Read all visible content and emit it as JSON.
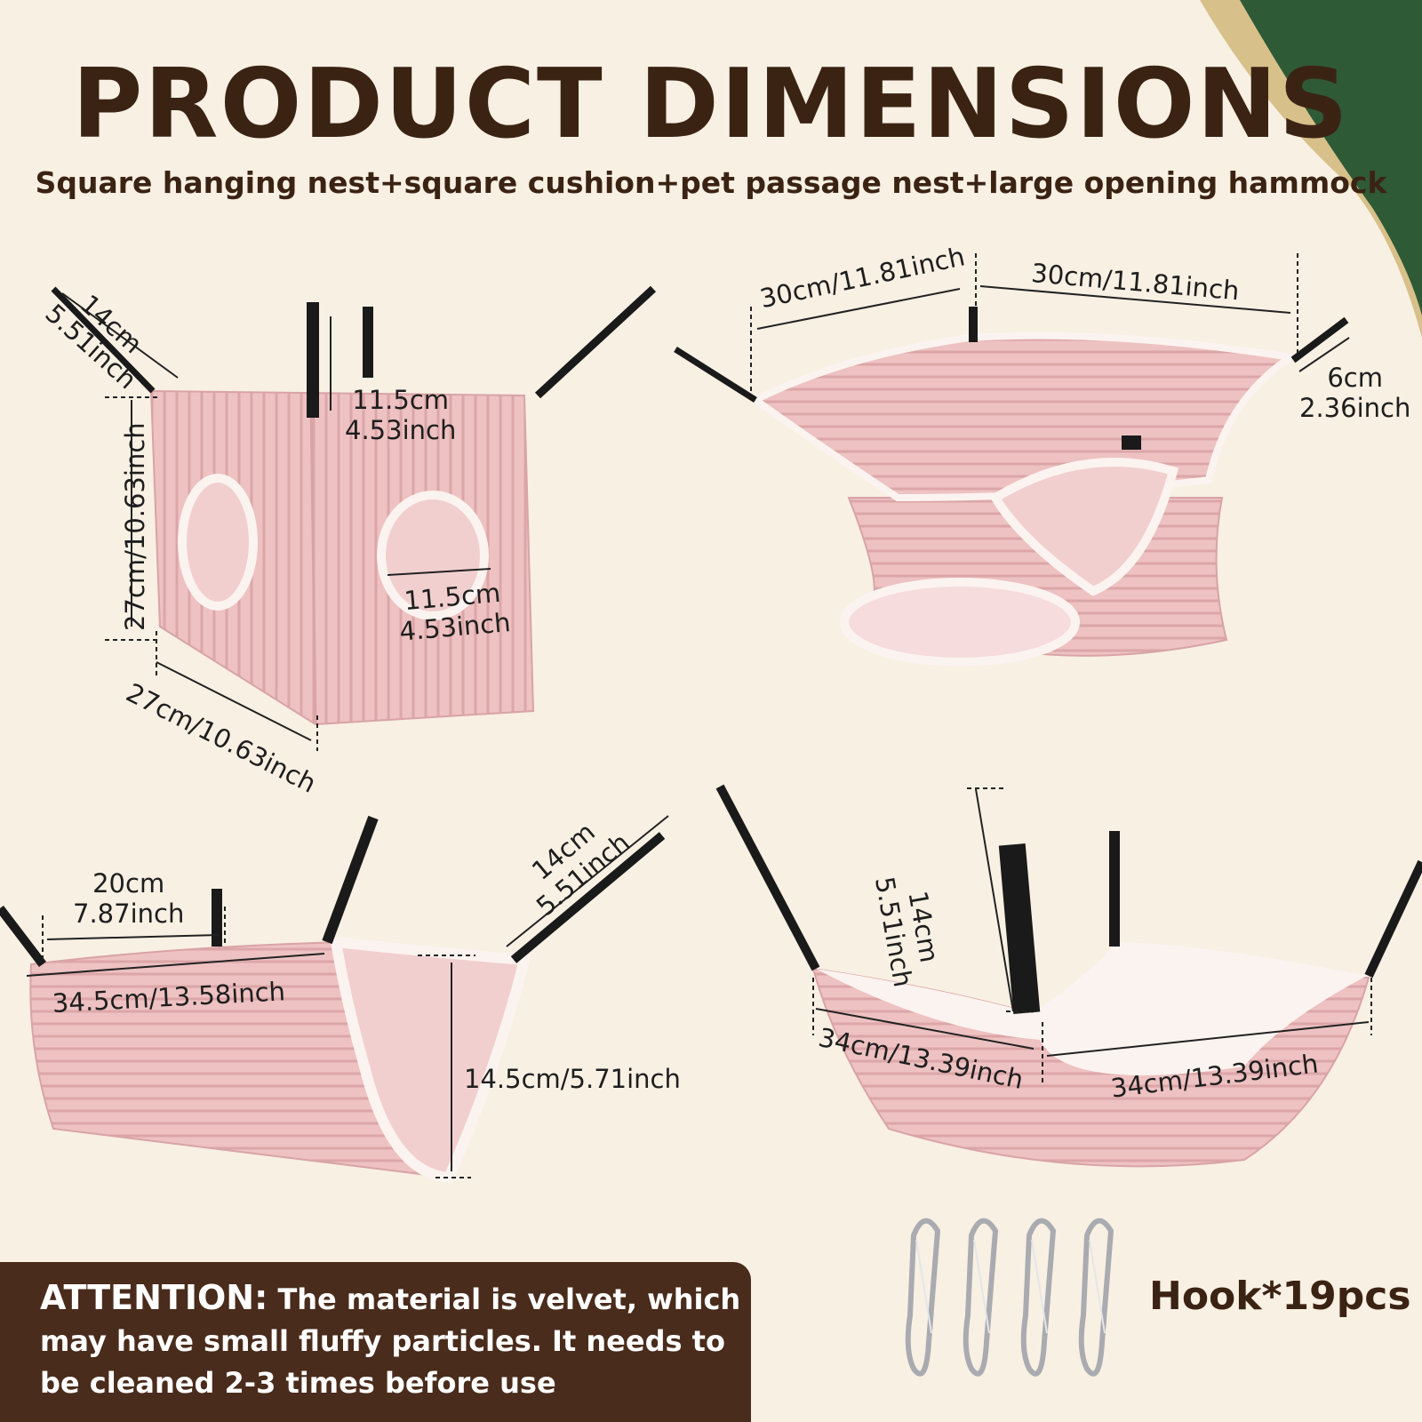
{
  "header": {
    "title": "PRODUCT DIMENSIONS",
    "subtitle": "Square hanging nest+square cushion+pet passage nest+large opening hammock"
  },
  "colors": {
    "background": "#f8f0e3",
    "title_text": "#3b2314",
    "attention_bg": "#4a2c1c",
    "product_pink": "#eec2c2",
    "fleece_white": "#fbf3ef",
    "strap_black": "#1a1a1a",
    "deco_green": "#2f5a36",
    "deco_gold": "#d8c08a"
  },
  "products": {
    "square_nest": {
      "top_depth": {
        "cm": "14cm",
        "inch": "5.51inch"
      },
      "strap_height": {
        "cm": "11.5cm",
        "inch": "4.53inch"
      },
      "height": "27cm/10.63inch",
      "width": "27cm/10.63inch",
      "hole": {
        "cm": "11.5cm",
        "inch": "4.53inch"
      }
    },
    "square_cushion": {
      "left_side": "30cm/11.81inch",
      "right_side": "30cm/11.81inch",
      "strap": {
        "cm": "6cm",
        "inch": "2.36inch"
      }
    },
    "passage_nest": {
      "strap_spacing": {
        "cm": "20cm",
        "inch": "7.87inch"
      },
      "strap_length": {
        "cm": "14cm",
        "inch": "5.51inch"
      },
      "length": "34.5cm/13.58inch",
      "height": "14.5cm/5.71inch"
    },
    "opening_hammock": {
      "strap_length": {
        "cm": "14cm",
        "inch": "5.51inch"
      },
      "left_side": "34cm/13.39inch",
      "right_side": "34cm/13.39inch"
    }
  },
  "attention": {
    "label": "ATTENTION:",
    "text": "The material is velvet, which may have small fluffy particles. It needs to be cleaned 2-3 times before use"
  },
  "hooks": {
    "label": "Hook*19pcs",
    "icon": "carabiner-hook-icon"
  }
}
